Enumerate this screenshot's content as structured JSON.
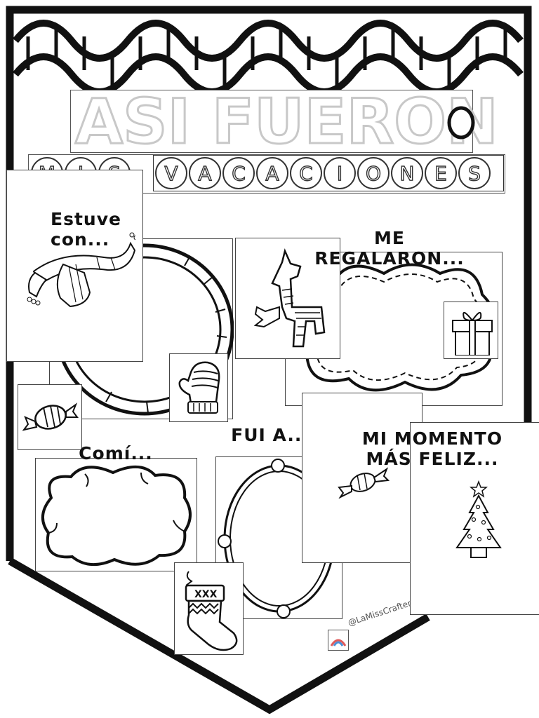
{
  "title": {
    "main": "ASI FUERON",
    "letters_mis": [
      "M",
      "I",
      "S"
    ],
    "letters_vacaciones": [
      "V",
      "A",
      "C",
      "A",
      "C",
      "I",
      "O",
      "N",
      "E",
      "S"
    ]
  },
  "sections": {
    "estuve": "Estuve con...",
    "regalaron_line1": "ME",
    "regalaron_line2": "REGALARON...",
    "fui": "FUI A...",
    "comi": "Comí...",
    "momento_line1": "MI MOMENTO",
    "momento_line2": "MÁS FELIZ..."
  },
  "credit": "@LaMissCrafter",
  "icons": [
    "scarf-icon",
    "pinata-icon",
    "gift-icon",
    "mitten-icon",
    "candy-icon",
    "christmas-tree-icon",
    "stocking-icon"
  ]
}
